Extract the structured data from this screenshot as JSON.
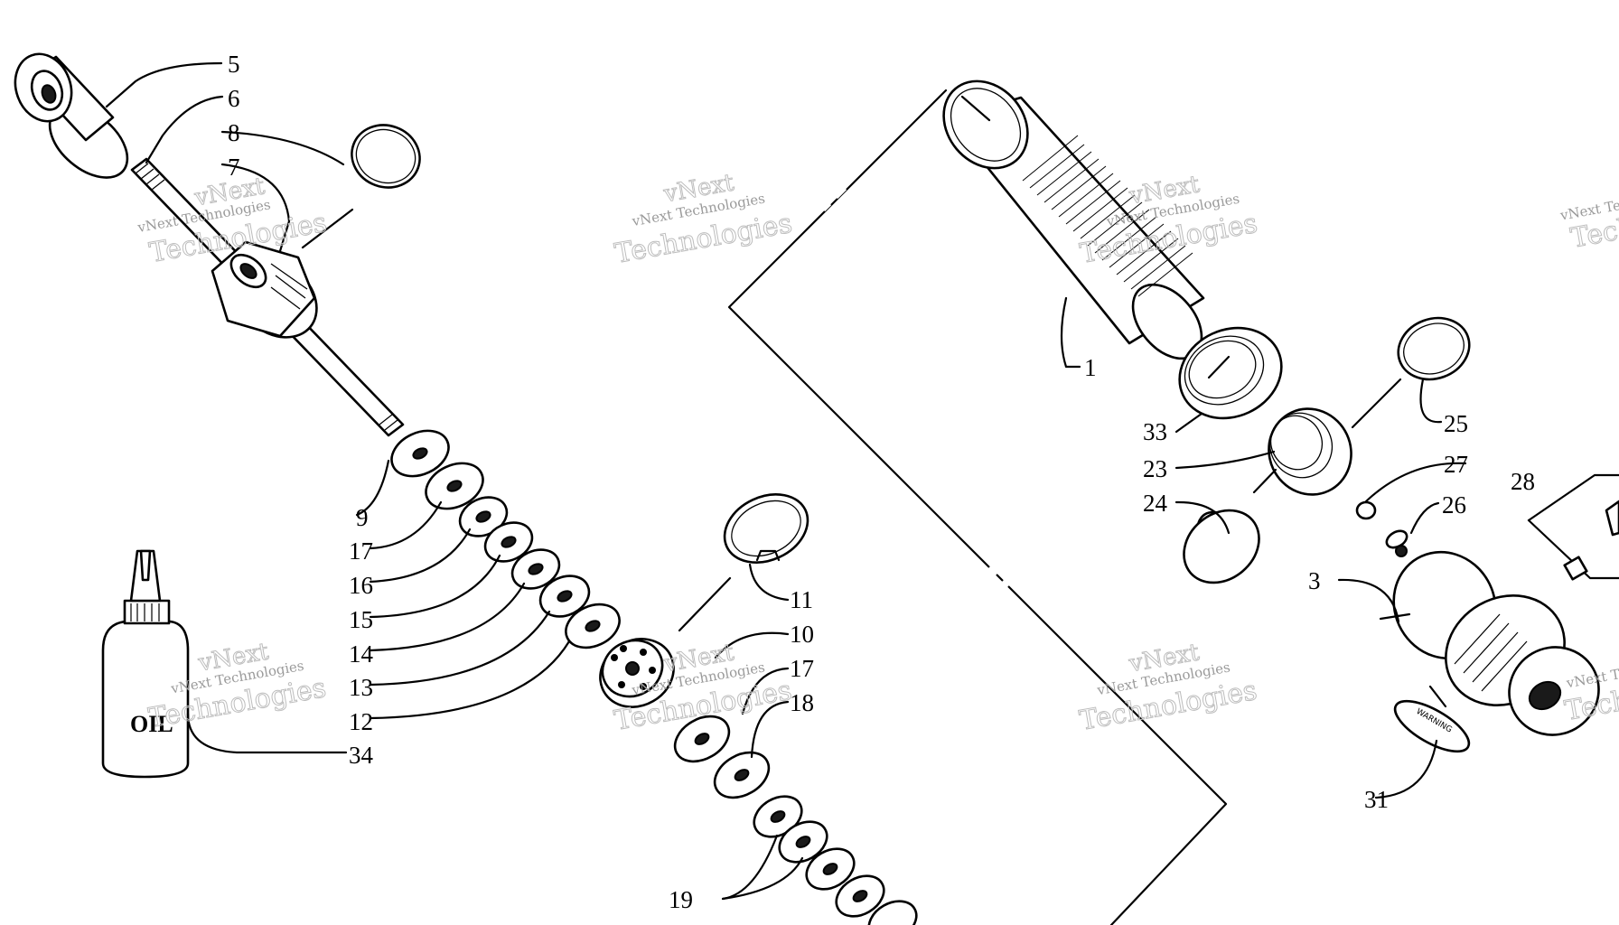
{
  "diagram": {
    "labels": {
      "l5": "5",
      "l6": "6",
      "l8": "8",
      "l7": "7",
      "l9": "9",
      "l17a": "17",
      "l16": "16",
      "l15": "15",
      "l14": "14",
      "l13": "13",
      "l12": "12",
      "l34": "34",
      "l11": "11",
      "l10": "10",
      "l17b": "17",
      "l18": "18",
      "l19": "19",
      "l1": "1",
      "l33": "33",
      "l23": "23",
      "l24": "24",
      "l25": "25",
      "l27": "27",
      "l26": "26",
      "l28": "28",
      "l3": "3",
      "l31": "31"
    },
    "oil_text": "OIL",
    "warning_text": "WARNING",
    "watermark": {
      "line1": "vNext Technologies",
      "line2": "vNext",
      "line3": "Technologies"
    },
    "colors": {
      "ink": "#000000",
      "watermark": "#bdbdbd",
      "background": "#ffffff"
    }
  }
}
